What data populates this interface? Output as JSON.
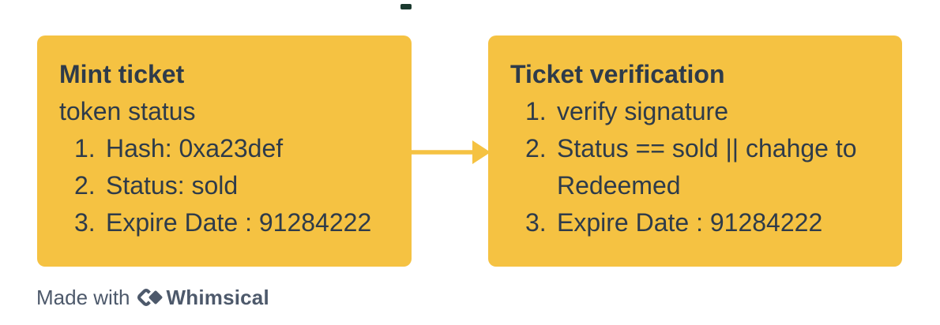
{
  "colors": {
    "page_bg": "#FFFFFF",
    "card_bg": "#F5C242",
    "card_text": "#2E3B4A",
    "arrow": "#F5C242",
    "footer_text": "#4D596B",
    "artifact": "#1B3A2F"
  },
  "cards": [
    {
      "title": "Mint ticket",
      "subtitle": "token status",
      "items": [
        {
          "num": "1.",
          "lines": [
            "Hash: 0xa23def"
          ]
        },
        {
          "num": "2.",
          "lines": [
            "Status: sold"
          ]
        },
        {
          "num": "3.",
          "lines": [
            "Expire Date : 91284222"
          ]
        }
      ]
    },
    {
      "title": "Ticket verification",
      "items": [
        {
          "num": "1.",
          "lines": [
            "verify signature"
          ]
        },
        {
          "num": "2.",
          "lines": [
            "Status == sold || chahge to",
            "Redeemed"
          ]
        },
        {
          "num": "3.",
          "lines": [
            "Expire Date : 91284222"
          ]
        }
      ]
    }
  ],
  "footer": {
    "made_with": "Made with",
    "brand": "Whimsical"
  }
}
